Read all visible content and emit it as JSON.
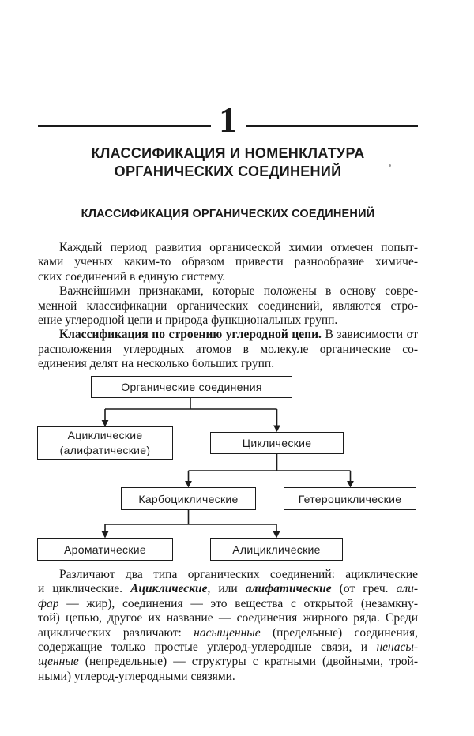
{
  "colors": {
    "ink": "#1a1a1a",
    "paper": "#ffffff",
    "diagram_line": "#1c1c1c"
  },
  "header": {
    "chapter_number": "1",
    "chapter_title_line1": "КЛАССИФИКАЦИЯ И НОМЕНКЛАТУРА",
    "chapter_title_line2": "ОРГАНИЧЕСКИХ СОЕДИНЕНИЙ",
    "section_heading": "КЛАССИФИКАЦИЯ ОРГАНИЧЕСКИХ СОЕДИНЕНИЙ"
  },
  "body": {
    "paragraphs": [
      {
        "lines": [
          [
            {
              "t": "Каждый период развития органической химии отмечен попыт-",
              "s": "n"
            }
          ],
          [
            {
              "t": "ками ученых каким-то образом привести разнообразие химиче-",
              "s": "n"
            }
          ],
          [
            {
              "t": "ских соединений в единую систему.",
              "s": "n"
            }
          ]
        ]
      },
      {
        "lines": [
          [
            {
              "t": "Важнейшими признаками, которые положены в основу совре-",
              "s": "n"
            }
          ],
          [
            {
              "t": "менной классификации органических соединений, являются стро-",
              "s": "n"
            }
          ],
          [
            {
              "t": "ение углеродной цепи и природа функциональных групп.",
              "s": "n"
            }
          ]
        ]
      },
      {
        "lines": [
          [
            {
              "t": "Классификация по строению углеродной цепи.",
              "s": "b"
            },
            {
              "t": " В зависимости от",
              "s": "n"
            }
          ],
          [
            {
              "t": "расположения углеродных атомов в молекуле органические со-",
              "s": "n"
            }
          ],
          [
            {
              "t": "единения делят на несколько больших групп.",
              "s": "n"
            }
          ]
        ]
      },
      {
        "lines": [
          [
            {
              "t": "Различают два типа органических соединений: ациклические",
              "s": "n"
            }
          ],
          [
            {
              "t": "и циклические. ",
              "s": "n"
            },
            {
              "t": "Ациклические",
              "s": "bi"
            },
            {
              "t": ", или ",
              "s": "n"
            },
            {
              "t": "алифатические",
              "s": "bi"
            },
            {
              "t": " (от греч. ",
              "s": "n"
            },
            {
              "t": "али-",
              "s": "i"
            }
          ],
          [
            {
              "t": "фар",
              "s": "i"
            },
            {
              "t": " — жир), соединения — это вещества с открытой (незамкну-",
              "s": "n"
            }
          ],
          [
            {
              "t": "той) цепью, другое их название — соединения жирного ряда. Среди",
              "s": "n"
            }
          ],
          [
            {
              "t": "ациклических различают: ",
              "s": "n"
            },
            {
              "t": "насыщенные",
              "s": "i"
            },
            {
              "t": " (предельные) соединения,",
              "s": "n"
            }
          ],
          [
            {
              "t": "содержащие только простые углерод-углеродные связи, и ",
              "s": "n"
            },
            {
              "t": "ненасы-",
              "s": "i"
            }
          ],
          [
            {
              "t": "щенные",
              "s": "i"
            },
            {
              "t": " (непредельные) — структуры с кратными (двойными, трой-",
              "s": "n"
            }
          ],
          [
            {
              "t": "ными) углерод-углеродными связями.",
              "s": "n"
            }
          ]
        ]
      }
    ]
  },
  "diagram": {
    "nodes": {
      "root": {
        "label": "Органические соединения"
      },
      "acyclic": {
        "line1": "Ациклические",
        "line2": "(алифатические)"
      },
      "cyclic": {
        "label": "Циклические"
      },
      "carbocyclic": {
        "label": "Карбоциклические"
      },
      "heterocyclic": {
        "label": "Гетероциклические"
      },
      "aromatic": {
        "label": "Ароматические"
      },
      "alicyclic": {
        "label": "Алициклические"
      }
    },
    "edges": [
      [
        "Органические соединения",
        "Ациклические (алифатические)"
      ],
      [
        "Органические соединения",
        "Циклические"
      ],
      [
        "Циклические",
        "Карбоциклические"
      ],
      [
        "Циклические",
        "Гетероциклические"
      ],
      [
        "Карбоциклические",
        "Ароматические"
      ],
      [
        "Карбоциклические",
        "Алициклические"
      ]
    ]
  }
}
